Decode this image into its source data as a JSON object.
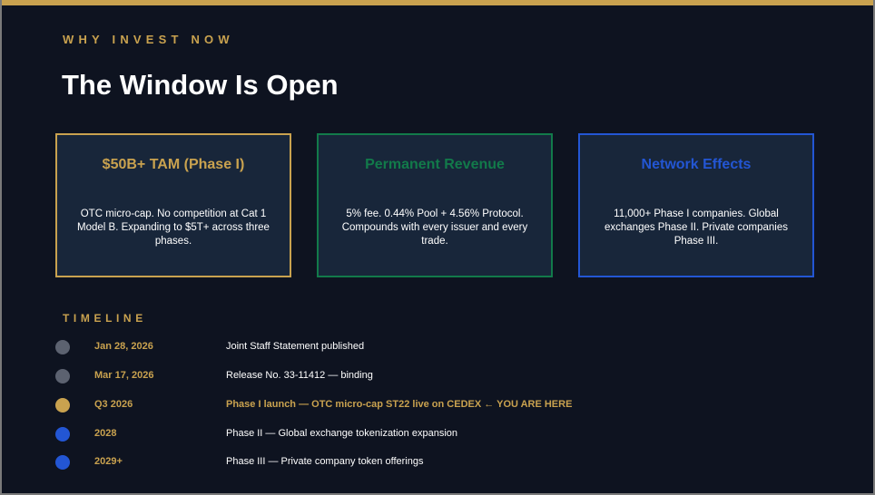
{
  "header": {
    "eyebrow": "WHY INVEST NOW",
    "title": "The Window Is Open"
  },
  "cards": [
    {
      "title": "$50B+ TAM (Phase I)",
      "body": "OTC micro-cap. No competition at Cat 1 Model B. Expanding to $5T+ across three phases.",
      "color": "#c9a24f"
    },
    {
      "title": "Permanent Revenue",
      "body": "5% fee. 0.44% Pool + 4.56% Protocol. Compounds with every issuer and every trade.",
      "color": "#127a4a"
    },
    {
      "title": "Network Effects",
      "body": "11,000+ Phase I companies. Global exchanges Phase II. Private companies Phase III.",
      "color": "#2356d4"
    }
  ],
  "timeline": {
    "label": "TIMELINE",
    "items": [
      {
        "date": "Jan 28, 2026",
        "text": "Joint Staff Statement published",
        "dot_color": "#5c6270"
      },
      {
        "date": "Mar 17, 2026",
        "text": "Release No. 33-11412 — binding",
        "dot_color": "#5c6270"
      },
      {
        "date": "Q3 2026",
        "text": "Phase I launch — OTC micro-cap ST22 live on CEDEX  ←  YOU ARE HERE",
        "dot_color": "#c9a24f"
      },
      {
        "date": "2028",
        "text": "Phase II — Global exchange tokenization expansion",
        "dot_color": "#2356d4"
      },
      {
        "date": "2029+",
        "text": "Phase III — Private company token offerings",
        "dot_color": "#2356d4"
      }
    ]
  },
  "colors": {
    "background": "#0e1320",
    "accent_gold": "#c9a24f",
    "accent_green": "#127a4a",
    "accent_blue": "#2356d4"
  }
}
